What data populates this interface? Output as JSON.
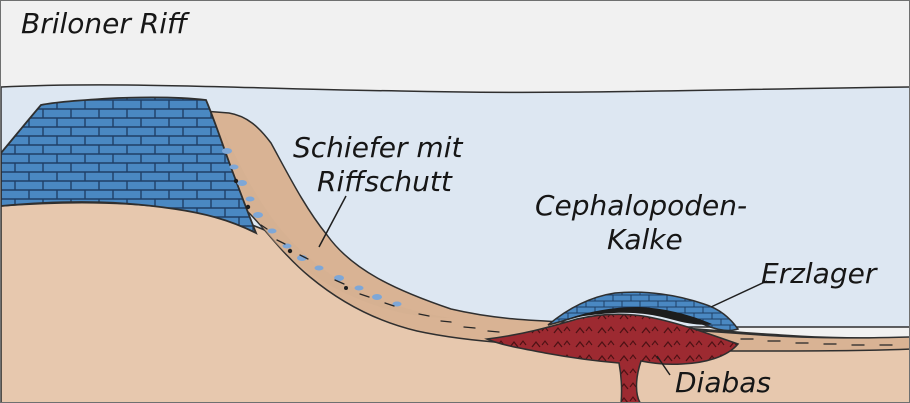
{
  "diagram": {
    "labels": {
      "briloner_riff": "Briloner Riff",
      "schiefer_line1": "Schiefer mit",
      "schiefer_line2": "Riffschutt",
      "cephalopoden_line1": "Cephalopoden-",
      "cephalopoden_line2": "Kalke",
      "erzlager": "Erzlager",
      "diabas": "Diabas"
    },
    "colors": {
      "sky": "#f1f1f1",
      "water": "#dde7f2",
      "rock_ground": "#e7c8ae",
      "shale": "#d9b394",
      "reef_blue": "#4a88c2",
      "diabas_red": "#9d2a31",
      "ore_black": "#1d1d1d",
      "outline": "#2f2f2f"
    }
  }
}
